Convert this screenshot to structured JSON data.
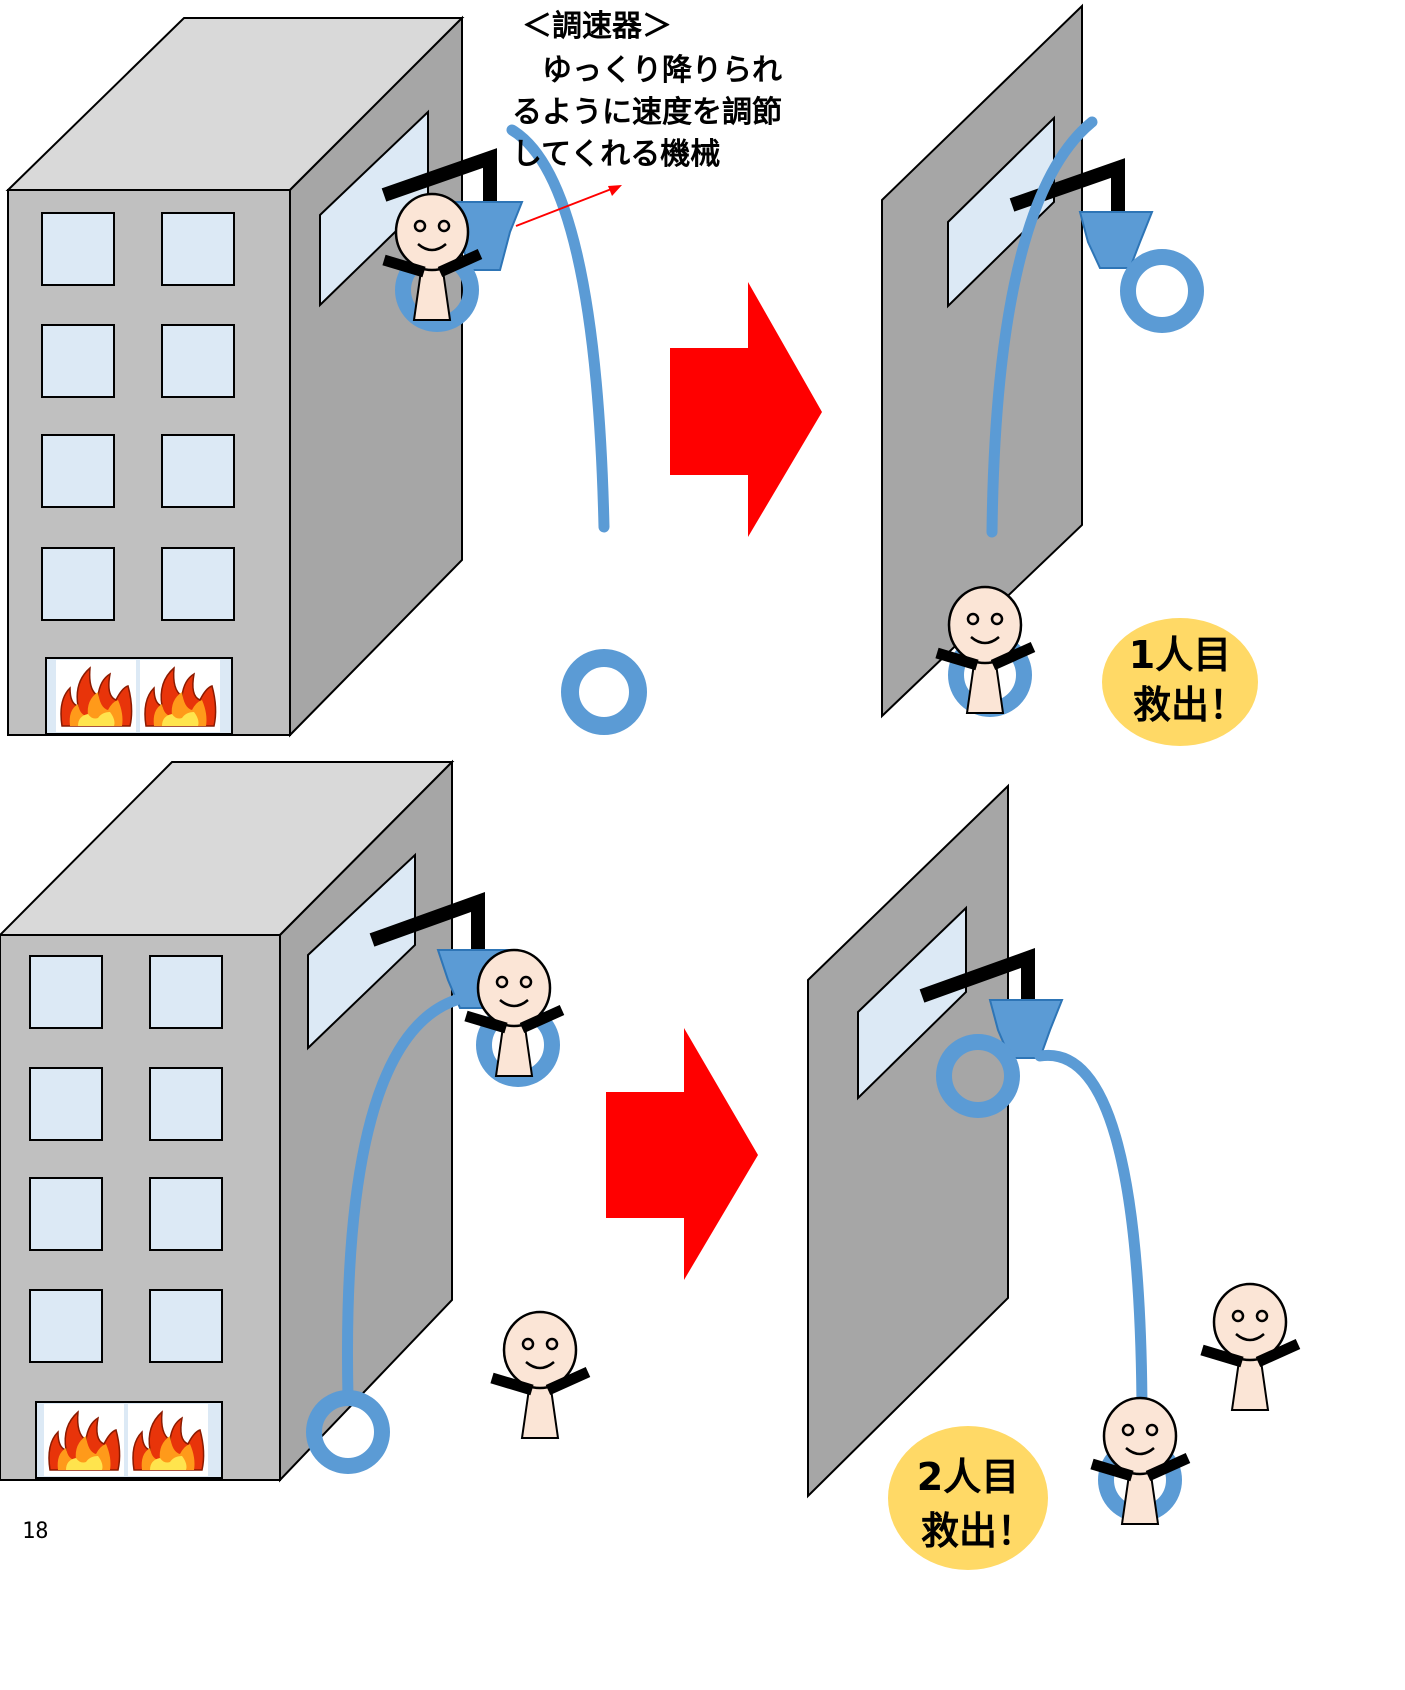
{
  "annotation": {
    "title": "＜調速器＞",
    "lines": [
      "　ゆっくり降りられ",
      "るように速度を調節",
      "してくれる機械"
    ]
  },
  "badges": {
    "first": [
      "1人目",
      "救出！"
    ],
    "second": [
      "2人目",
      "救出！"
    ]
  },
  "page_number": "18",
  "colors": {
    "rope": "#5b9bd5",
    "arrow": "#ff0000",
    "building_front": "#c0c0c0",
    "building_side": "#a6a6a6",
    "building_roof": "#d9d9d9",
    "window": "#dce9f5",
    "badge": "#ffd966",
    "skin": "#fbe5d6"
  },
  "icons": {
    "fire": "fire-icon",
    "person": "person-icon",
    "ring": "ring-icon",
    "arrow": "arrow-right-icon"
  }
}
